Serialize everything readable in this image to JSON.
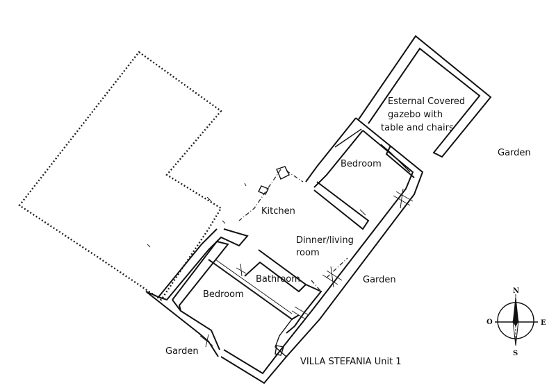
{
  "labels": {
    "gazebo_line1": "Esternal Covered",
    "gazebo_line2": "gazebo with",
    "gazebo_line3": "table and chairs",
    "garden_right": "Garden",
    "bedroom_top": "Bedroom",
    "kitchen": "Kitchen",
    "dinner_line1": "Dinner/living",
    "dinner_line2": "room",
    "bathroom": "Bathroom",
    "garden_center": "Garden",
    "bedroom_bottom": "Bedroom",
    "garden_left": "Garden",
    "title": "VILLA STEFANIA Unit 1"
  },
  "compass": {
    "north": "N",
    "south": "S",
    "east": "E",
    "west": "O"
  },
  "colors": {
    "ink": "#111111",
    "background": "#ffffff"
  }
}
